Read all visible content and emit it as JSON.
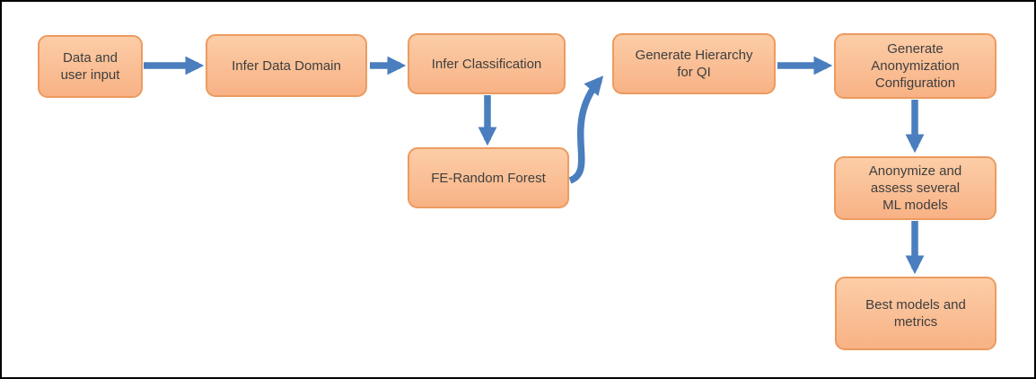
{
  "diagram": {
    "colors": {
      "background": "#FFFFFF",
      "frame": "#000000",
      "node_fill_top": "#FCCDA7",
      "node_fill_bottom": "#F8B285",
      "node_border": "#EC9B60",
      "arrow": "#4A7EBE",
      "text": "#3E3E3E"
    },
    "nodes": [
      {
        "id": "data-user-input",
        "label": "Data and\nuser input"
      },
      {
        "id": "infer-data-domain",
        "label": "Infer Data Domain"
      },
      {
        "id": "infer-classification",
        "label": "Infer Classification"
      },
      {
        "id": "fe-random-forest",
        "label": "FE-Random Forest"
      },
      {
        "id": "generate-hierarchy-qi",
        "label": "Generate Hierarchy\nfor QI"
      },
      {
        "id": "generate-anonymization-configuration",
        "label": "Generate\nAnonymization\nConfiguration"
      },
      {
        "id": "anonymize-assess-ml-models",
        "label": "Anonymize and\nassess several\nML models"
      },
      {
        "id": "best-models-metrics",
        "label": "Best models and\nmetrics"
      }
    ],
    "edges": [
      {
        "from": "data-user-input",
        "to": "infer-data-domain"
      },
      {
        "from": "infer-data-domain",
        "to": "infer-classification"
      },
      {
        "from": "infer-classification",
        "to": "fe-random-forest"
      },
      {
        "from": "fe-random-forest",
        "to": "generate-hierarchy-qi"
      },
      {
        "from": "generate-hierarchy-qi",
        "to": "generate-anonymization-configuration"
      },
      {
        "from": "generate-anonymization-configuration",
        "to": "anonymize-assess-ml-models"
      },
      {
        "from": "anonymize-assess-ml-models",
        "to": "best-models-metrics"
      }
    ]
  }
}
